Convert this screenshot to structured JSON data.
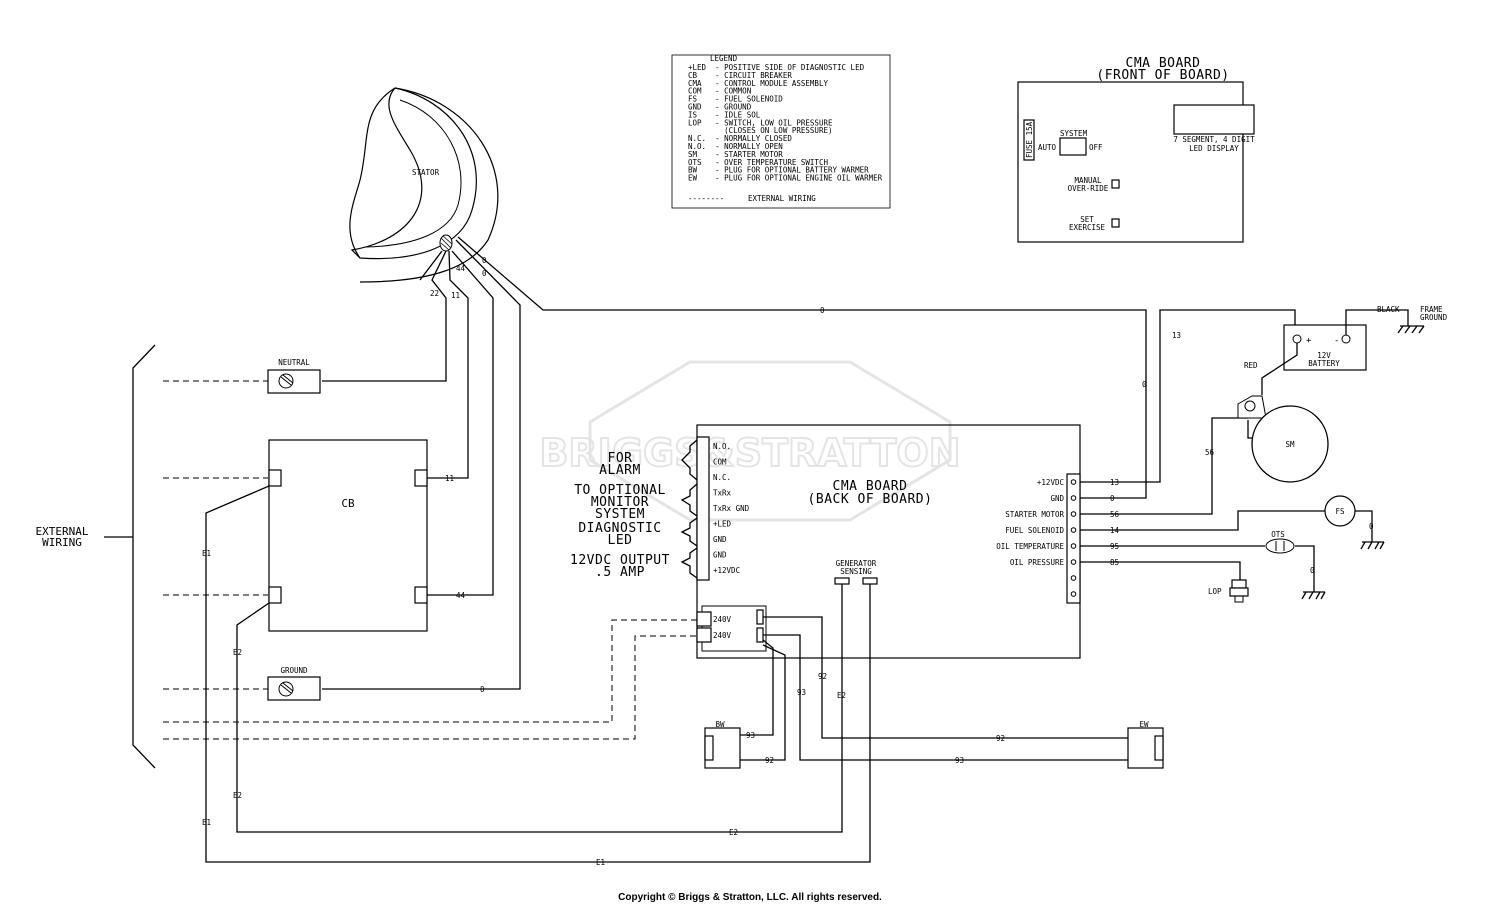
{
  "watermark": "BRIGGS&STRATTON",
  "copyright": "Copyright © Briggs & Stratton, LLC. All rights reserved.",
  "legend": {
    "title": "LEGEND",
    "entries": [
      "+LED  - POSITIVE SIDE OF DIAGNOSTIC LED",
      "CB    - CIRCUIT BREAKER",
      "CMA   - CONTROL MODULE ASSEMBLY",
      "COM   - COMMON",
      "FS    - FUEL SOLENOID",
      "GND   - GROUND",
      "IS    - IDLE SOL",
      "LOP   - SWITCH, LOW OIL PRESSURE",
      "        (CLOSES ON LOW PRESSURE)",
      "N.C.  - NORMALLY CLOSED",
      "N.O.  - NORMALLY OPEN",
      "SM    - STARTER MOTOR",
      "OTS   - OVER TEMPERATURE SWITCH",
      "BW    - PLUG FOR OPTIONAL BATTERY WARMER",
      "EW    - PLUG FOR OPTIONAL ENGINE OIL WARMER"
    ],
    "external_wiring": "EXTERNAL WIRING",
    "dash_sample": "--------"
  },
  "front_board": {
    "title_line1": "CMA BOARD",
    "title_line2": "(FRONT OF BOARD)",
    "fuse": "FUSE 15A",
    "system": "SYSTEM",
    "auto": "AUTO",
    "off": "OFF",
    "display_line1": "7 SEGMENT, 4 DIGIT",
    "display_line2": "LED DISPLAY",
    "manual_line1": "MANUAL",
    "manual_line2": "OVER-RIDE",
    "set_line1": "SET",
    "set_line2": "EXERCISE"
  },
  "stator": "STATOR",
  "neutral": "NEUTRAL",
  "ground": "GROUND",
  "cb": "CB",
  "external_wiring_label": [
    "EXTERNAL",
    "WIRING"
  ],
  "back_board": {
    "title_line1": "CMA BOARD",
    "title_line2": "(BACK OF BOARD)",
    "left_terminals": [
      "N.O.",
      "COM",
      "N.C.",
      "TxRx",
      "TxRx GND",
      "+LED",
      "GND",
      "GND",
      "+12VDC"
    ],
    "right_terminals": [
      "+12VDC",
      "GND",
      "STARTER MOTOR",
      "FUEL SOLENOID",
      "OIL TEMPERATURE",
      "OIL PRESSURE"
    ],
    "right_wires": [
      "13",
      "0",
      "56",
      "14",
      "95",
      "85"
    ],
    "v240": [
      "240V",
      "240V"
    ],
    "generator_sensing": [
      "GENERATOR",
      "SENSING"
    ]
  },
  "side_labels": {
    "alarm": [
      "FOR",
      "ALARM"
    ],
    "monitor": [
      "TO OPTIONAL",
      "MONITOR",
      "SYSTEM"
    ],
    "diag": [
      "DIAGNOSTIC",
      "LED"
    ],
    "output": [
      "12VDC OUTPUT",
      ".5 AMP"
    ]
  },
  "battery": {
    "label_line1": "12V",
    "label_line2": "BATTERY",
    "plus": "+",
    "minus": "-",
    "black": "BLACK",
    "frame_line1": "FRAME",
    "frame_line2": "GROUND",
    "red": "RED"
  },
  "components": {
    "sm": "SM",
    "fs": "FS",
    "ots": "OTS",
    "lop": "LOP",
    "bw": "BW",
    "ew": "EW"
  },
  "wire_labels": {
    "w22": "22",
    "w11": "11",
    "w44": "44",
    "w0": "0",
    "w13": "13",
    "w56": "56",
    "w93": "93",
    "w92": "92",
    "e1": "E1",
    "e2": "E2"
  }
}
